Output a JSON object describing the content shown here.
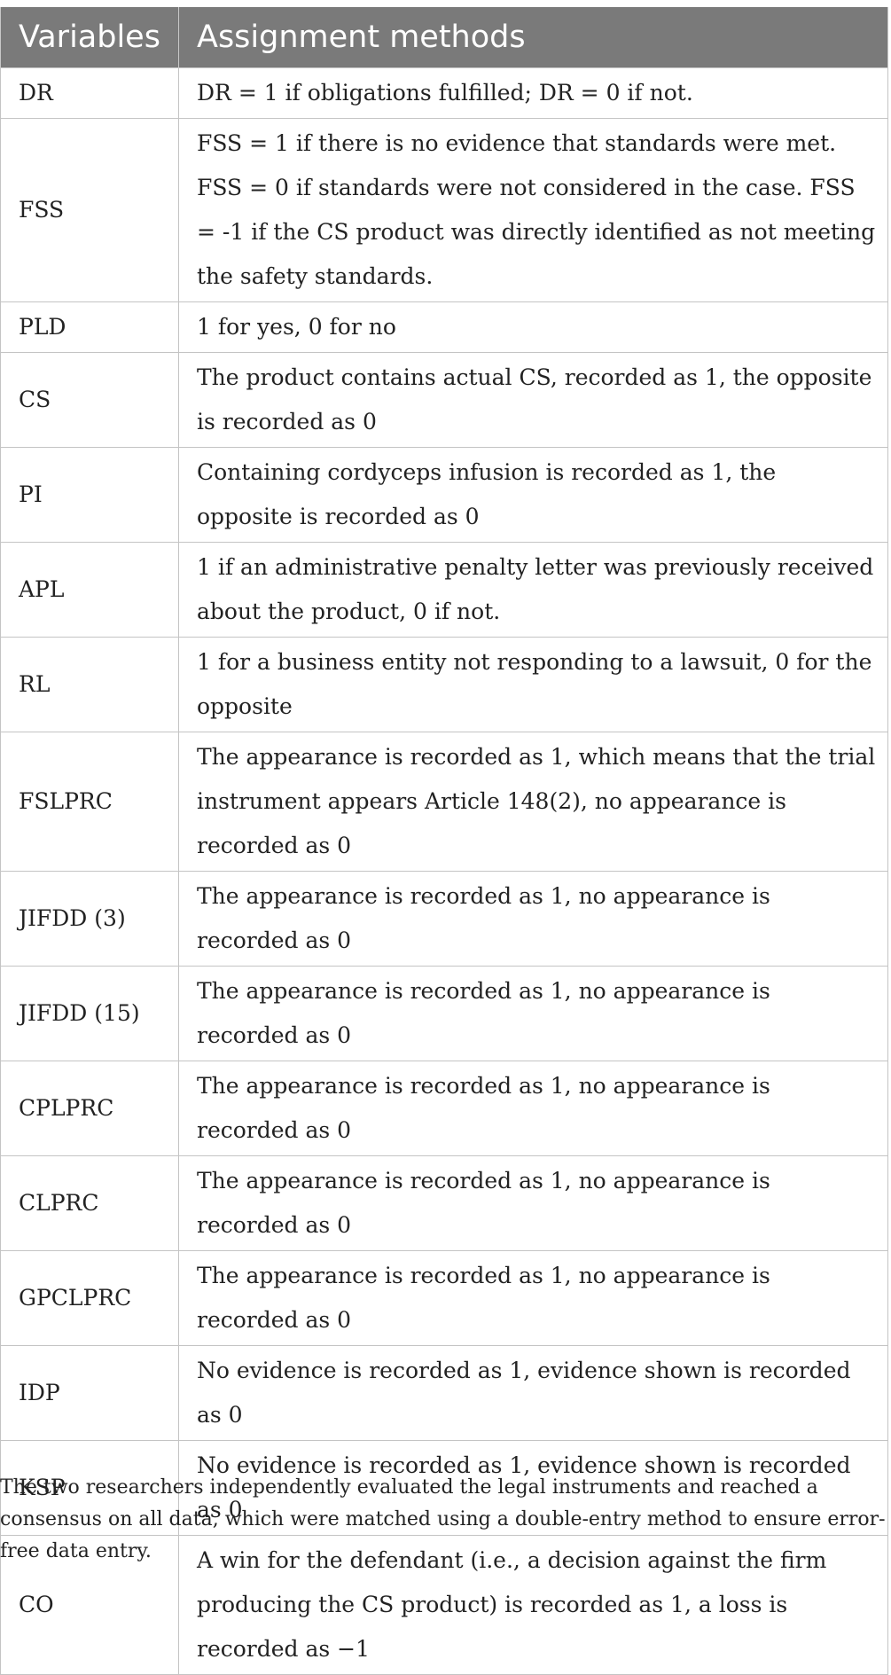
{
  "table": {
    "headers": [
      "Variables",
      "Assignment methods"
    ],
    "rows": [
      {
        "variable": "DR",
        "method": "DR = 1 if obligations fulfilled; DR = 0 if not."
      },
      {
        "variable": "FSS",
        "method": "FSS = 1 if there is no evidence that standards were met. FSS = 0 if standards were not considered in the case. FSS = -1 if the CS product was directly identified as not meeting the safety standards."
      },
      {
        "variable": "PLD",
        "method": "1 for yes, 0 for no"
      },
      {
        "variable": "CS",
        "method": "The product contains actual CS, recorded as 1, the opposite is recorded as 0"
      },
      {
        "variable": "PI",
        "method": "Containing cordyceps infusion is recorded as 1, the opposite is recorded as 0"
      },
      {
        "variable": "APL",
        "method": "1 if an administrative penalty letter was previously received about the product, 0 if not."
      },
      {
        "variable": "RL",
        "method": "1 for a business entity not responding to a lawsuit, 0 for the opposite"
      },
      {
        "variable": "FSLPRC",
        "method": "The appearance is recorded as 1, which means that the trial instrument appears Article 148(2), no appearance is recorded as 0"
      },
      {
        "variable": "JIFDD (3)",
        "method": "The appearance is recorded as 1, no appearance is recorded as 0"
      },
      {
        "variable": "JIFDD (15)",
        "method": "The appearance is recorded as 1, no appearance is recorded as 0"
      },
      {
        "variable": "CPLPRC",
        "method": "The appearance is recorded as 1, no appearance is recorded as 0"
      },
      {
        "variable": "CLPRC",
        "method": "The appearance is recorded as 1, no appearance is recorded as 0"
      },
      {
        "variable": "GPCLPRC",
        "method": "The appearance is recorded as 1, no appearance is recorded as 0"
      },
      {
        "variable": "IDP",
        "method": "No evidence is recorded as 1, evidence shown is recorded as 0"
      },
      {
        "variable": "KSP",
        "method": "No evidence is recorded as 1, evidence shown is recorded as 0"
      },
      {
        "variable": "CO",
        "method": "A win for the defendant (i.e., a decision against the firm producing the CS product) is recorded as 1, a loss is recorded as −1"
      }
    ]
  },
  "footnote": "The two researchers independently evaluated the legal instruments and reached a consensus on all data, which were matched using a double-entry method to ensure error-free data entry."
}
